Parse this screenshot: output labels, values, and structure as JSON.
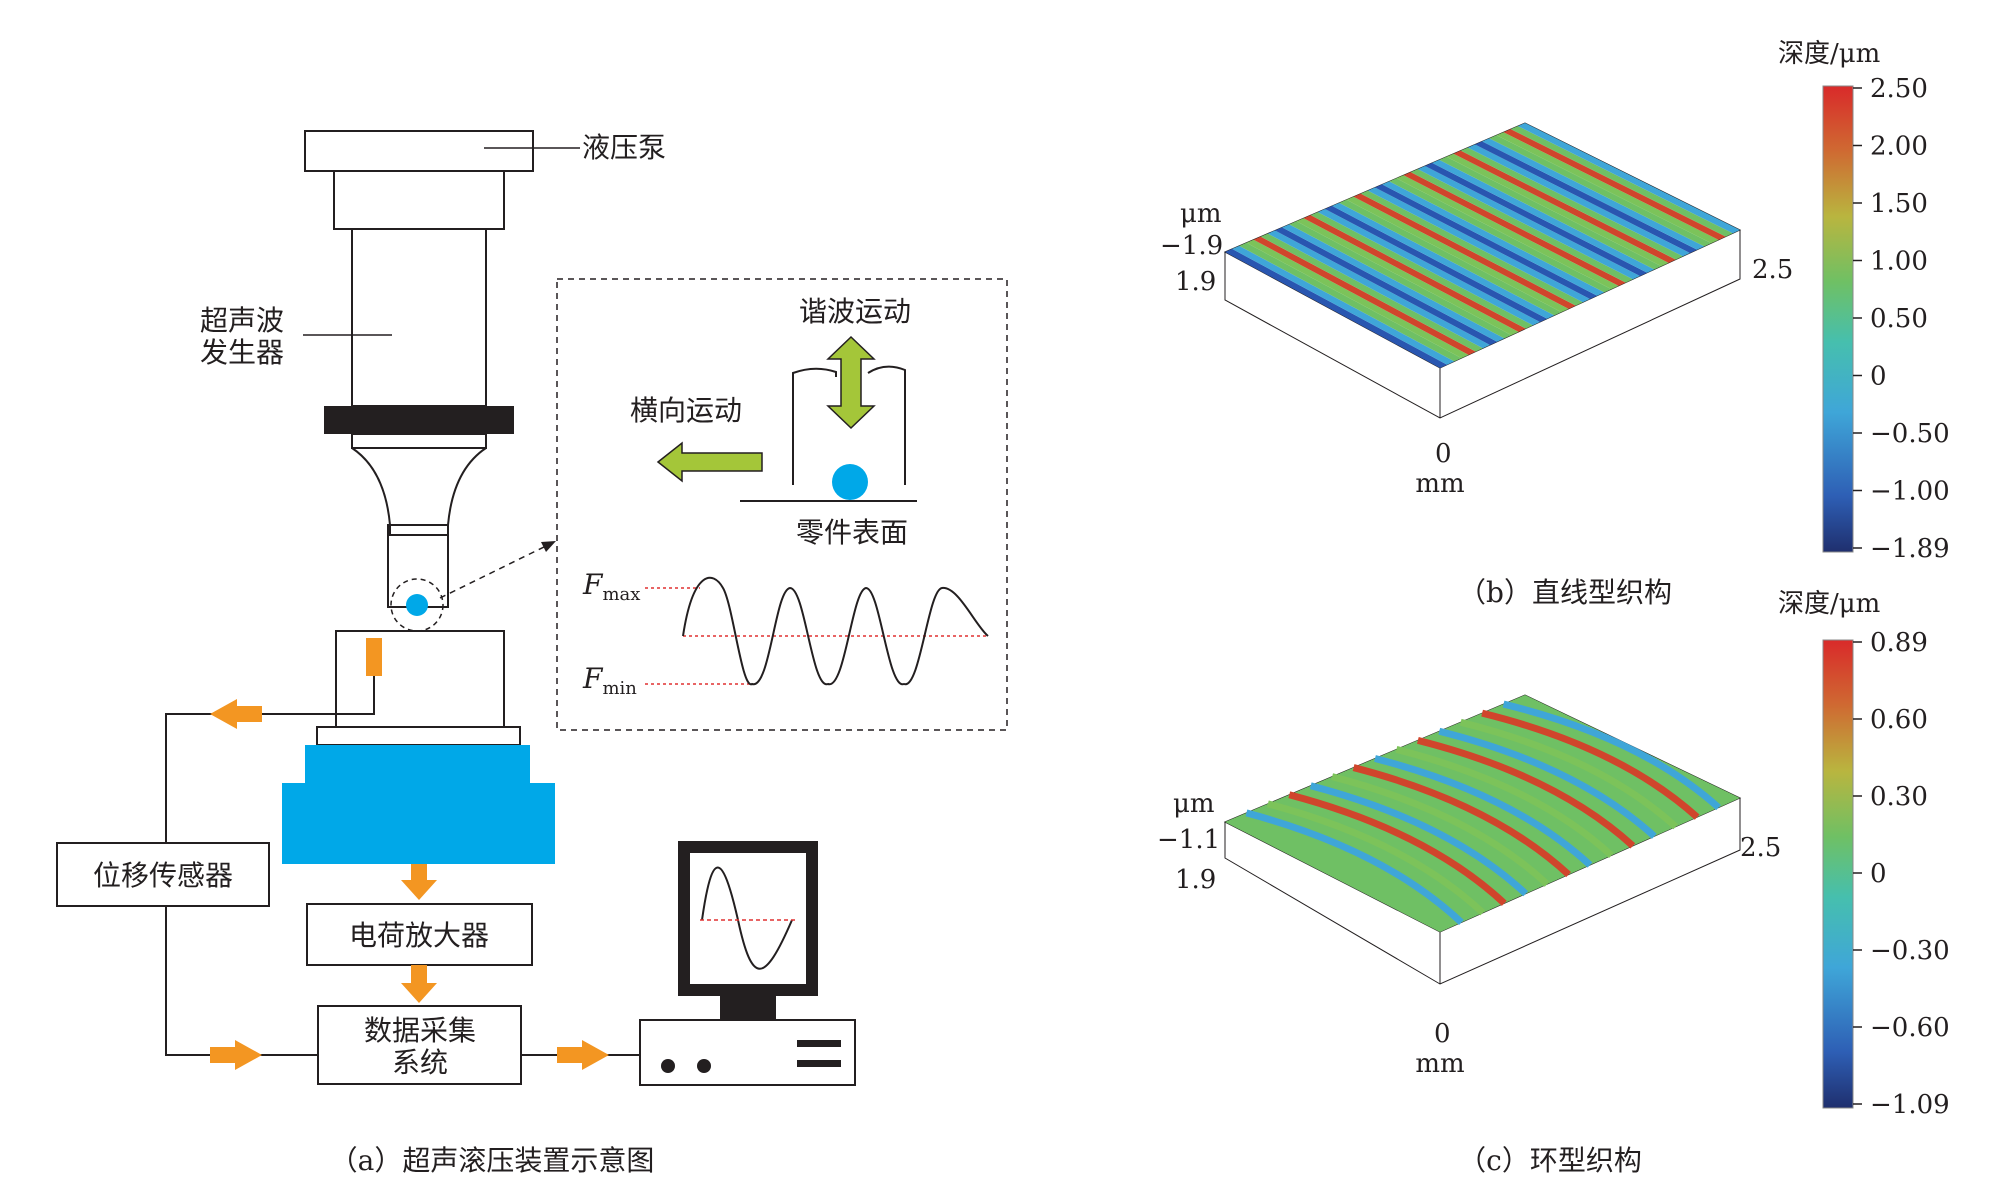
{
  "colors": {
    "blue": "#00a8e8",
    "arrow_orange": "#f39622",
    "arrow_green": "#a4c639",
    "sine_guide": "#e03030",
    "black_band": "#231f20"
  },
  "panel_a": {
    "caption": "（a）超声滚压装置示意图",
    "labels": {
      "pump": "液压泵",
      "generator_line1": "超声波",
      "generator_line2": "发生器",
      "displacement_sensor": "位移传感器",
      "charge_amplifier": "电荷放大器",
      "daq_line1": "数据采集",
      "daq_line2": "系统"
    },
    "inset": {
      "harmonic_motion": "谐波运动",
      "lateral_motion": "横向运动",
      "part_surface": "零件表面",
      "fmax_main": "F",
      "fmax_sub": "max",
      "fmin_main": "F",
      "fmin_sub": "min"
    }
  },
  "panel_b": {
    "caption": "（b）直线型织构",
    "axis_unit_top": "μm",
    "axis_top_value": "−1.9",
    "axis_left_value": "1.9",
    "axis_right_value": "2.5",
    "axis_bottom_value": "0",
    "axis_bottom_unit": "mm",
    "colorbar_title": "深度/μm",
    "colorbar_ticks": [
      "2.50",
      "2.00",
      "1.50",
      "1.00",
      "0.50",
      "0",
      "−0.50",
      "−1.00",
      "−1.89"
    ],
    "texture": "straight"
  },
  "panel_c": {
    "caption": "（c）环型织构",
    "axis_unit_top": "μm",
    "axis_top_value": "−1.1",
    "axis_left_value": "1.9",
    "axis_right_value": "2.5",
    "axis_bottom_value": "0",
    "axis_bottom_unit": "mm",
    "colorbar_title": "深度/μm",
    "colorbar_ticks": [
      "0.89",
      "0.60",
      "0.30",
      "0",
      "−0.30",
      "−0.60",
      "−1.09"
    ],
    "texture": "ring"
  }
}
